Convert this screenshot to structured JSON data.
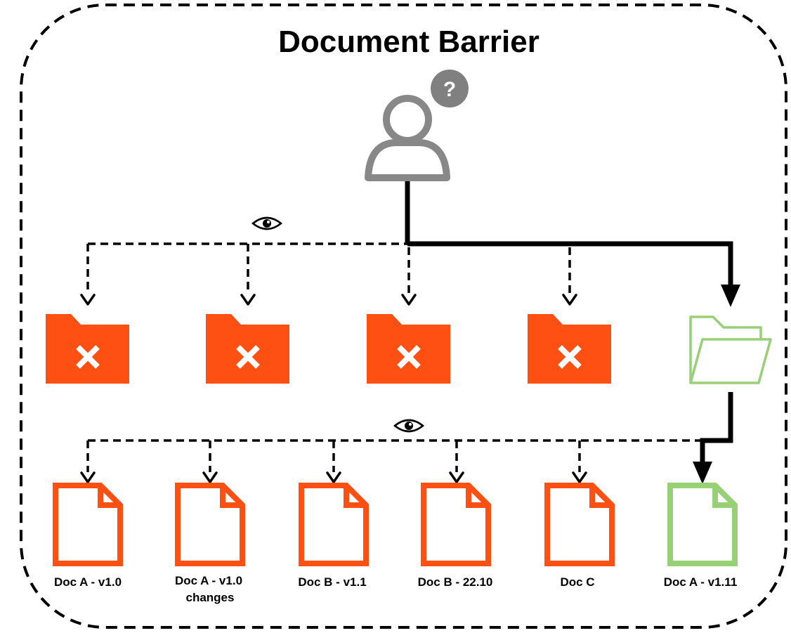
{
  "title": "Document Barrier",
  "user": {
    "badge": "?",
    "color": "#888888",
    "badge_color": "#808080",
    "icon": "user-icon"
  },
  "colors": {
    "denied": "#FF5014",
    "allowed": "#97D077",
    "line": "#000000",
    "border": "#000000"
  },
  "eye_icon": "eye-icon",
  "folders": [
    {
      "state": "denied",
      "icon": "folder-denied-icon"
    },
    {
      "state": "denied",
      "icon": "folder-denied-icon"
    },
    {
      "state": "denied",
      "icon": "folder-denied-icon"
    },
    {
      "state": "denied",
      "icon": "folder-denied-icon"
    },
    {
      "state": "allowed",
      "icon": "folder-open-icon"
    }
  ],
  "documents": [
    {
      "label_lines": [
        "Doc A - v1.0"
      ],
      "state": "denied"
    },
    {
      "label_lines": [
        "Doc A - v1.0",
        "changes"
      ],
      "state": "denied"
    },
    {
      "label_lines": [
        "Doc B - v1.1"
      ],
      "state": "denied"
    },
    {
      "label_lines": [
        "Doc B - 22.10"
      ],
      "state": "denied"
    },
    {
      "label_lines": [
        "Doc C"
      ],
      "state": "denied"
    },
    {
      "label_lines": [
        "Doc A - v1.11"
      ],
      "state": "allowed"
    }
  ]
}
